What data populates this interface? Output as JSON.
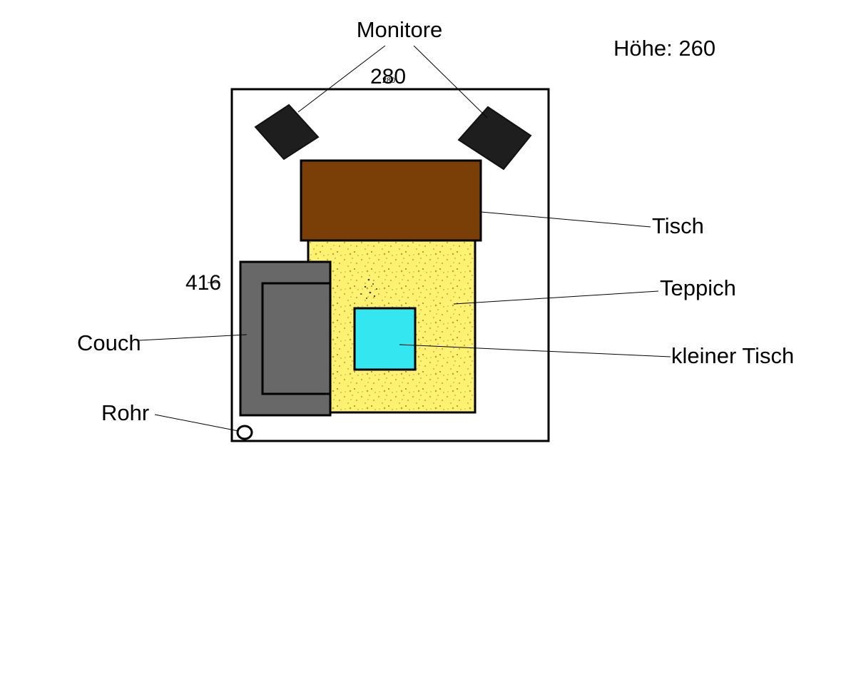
{
  "plan": {
    "height_label": "Höhe: 260",
    "width_label": "280",
    "width_overlay": "280",
    "depth_label": "416",
    "labels": {
      "monitors": "Monitore",
      "desk": "Tisch",
      "rug": "Teppich",
      "small_table": "kleiner Tisch",
      "couch": "Couch",
      "pipe": "Rohr"
    },
    "colors": {
      "wall": "#000000",
      "monitor": "#1e1e1e",
      "desk": "#7a3f06",
      "rug": "#fdf271",
      "rug_speckle": "#d98f2e",
      "small_table": "#33e6f0",
      "couch": "#686868",
      "background": "#ffffff"
    }
  }
}
